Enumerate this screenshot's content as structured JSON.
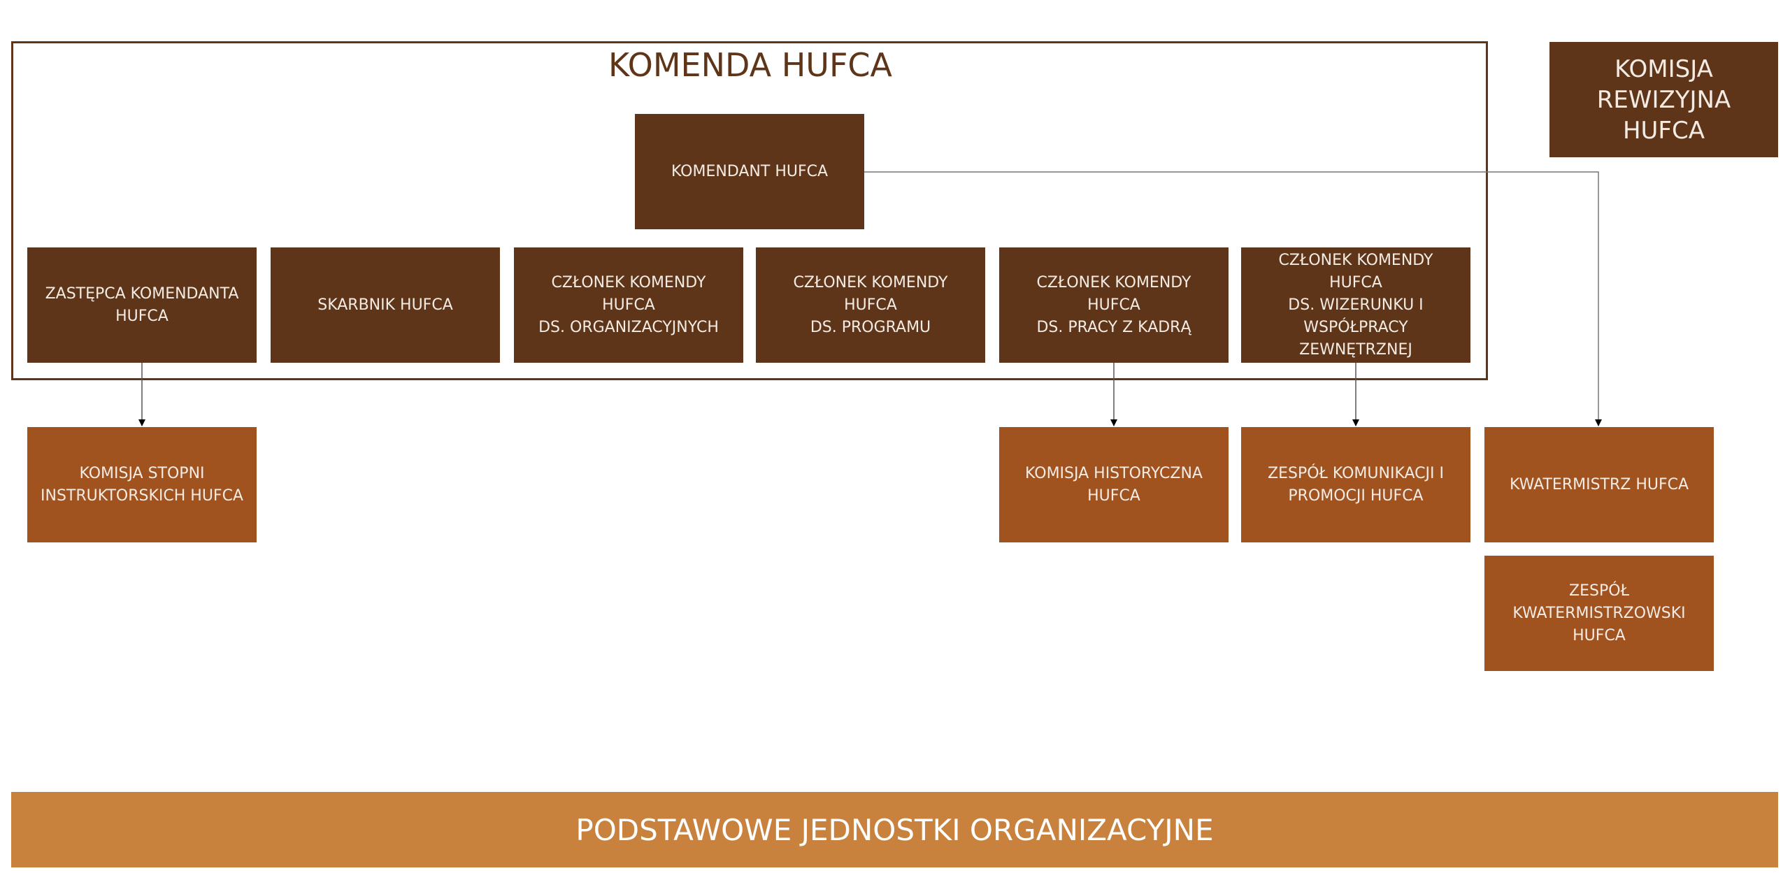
{
  "title": "KOMENDA HUFCA",
  "komendant": "KOMENDANT HUFCA",
  "komisja_rewizyjna": "KOMISJA\nREWIZYJNA\nHUFCA",
  "komenda_members": [
    "ZASTĘPCA KOMENDANTA\nHUFCA",
    "SKARBNIK HUFCA",
    "CZŁONEK KOMENDY\nHUFCA\nDS. ORGANIZACYJNYCH",
    "CZŁONEK KOMENDY\nHUFCA\nDS. PROGRAMU",
    "CZŁONEK KOMENDY\nHUFCA\nDS. PRACY Z KADRĄ",
    "CZŁONEK KOMENDY\nHUFCA\nDS. WIZERUNKU I\nWSPÓŁPRACY\nZEWNĘTRZNEJ"
  ],
  "subunits": {
    "komisja_stopni": "KOMISJA STOPNI\nINSTRUKTORSKICH HUFCA",
    "komisja_historyczna": "KOMISJA HISTORYCZNA\nHUFCA",
    "zespol_komunikacji": "ZESPÓŁ KOMUNIKACJI I\nPROMOCJI HUFCA",
    "kwatermistrz": "KWATERMISTRZ HUFCA",
    "zespol_kwatermistrzowski": "ZESPÓŁ\nKWATERMISTRZOWSKI\nHUFCA"
  },
  "bottom_bar": "PODSTAWOWE JEDNOSTKI ORGANIZACYJNE",
  "colors": {
    "dark": "#5e3519",
    "orange": "#a0521f",
    "bar": "#c8823e"
  }
}
